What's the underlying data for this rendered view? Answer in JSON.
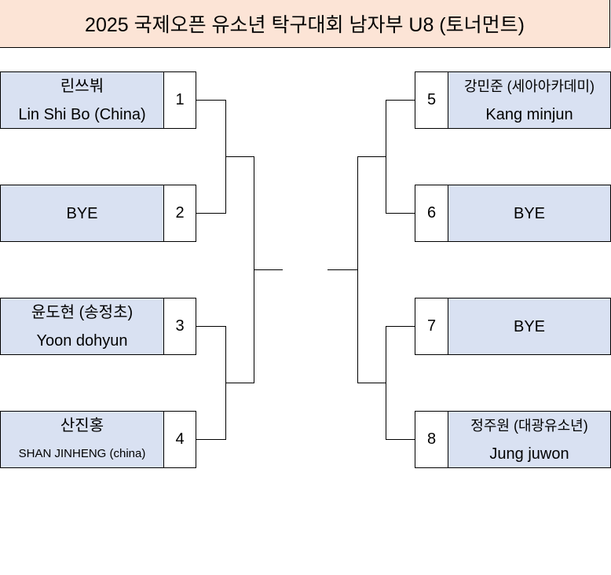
{
  "title": "2025 국제오픈 유소년 탁구대회 남자부 U8 (토너먼트)",
  "left": [
    {
      "seed": "1",
      "name_ko": "린쓰붜",
      "name_en": "Lin Shi Bo (China)"
    },
    {
      "seed": "2",
      "name": "BYE"
    },
    {
      "seed": "3",
      "name_ko": "윤도현 (송정초)",
      "name_en": "Yoon dohyun"
    },
    {
      "seed": "4",
      "name_ko": "산진홍",
      "name_en": "SHAN JINHENG (china)"
    }
  ],
  "right": [
    {
      "seed": "5",
      "name_ko": "강민준 (세아아카데미)",
      "name_en": "Kang minjun"
    },
    {
      "seed": "6",
      "name": "BYE"
    },
    {
      "seed": "7",
      "name": "BYE"
    },
    {
      "seed": "8",
      "name_ko": "정주원 (대광유소년)",
      "name_en": "Jung juwon"
    }
  ]
}
